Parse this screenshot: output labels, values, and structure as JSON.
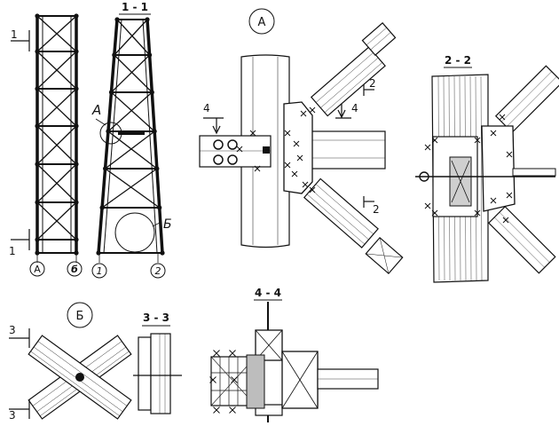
{
  "drawing": {
    "section_1_1": "1 - 1",
    "section_2_2": "2 - 2",
    "section_3_3": "3 - 3",
    "section_4_4": "4 - 4",
    "callout_a": "A",
    "callout_b": "Б",
    "node_a_marker": "А",
    "node_b_marker": "Б",
    "cut_1": "1",
    "cut_2": "2",
    "cut_3": "3",
    "cut_4": "4",
    "axis_a": "A",
    "axis_b": "б",
    "axis_1": "1",
    "axis_2": "2"
  }
}
